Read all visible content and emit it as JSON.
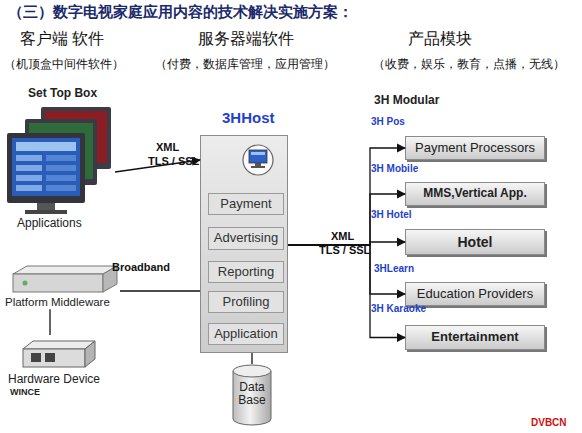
{
  "diagram": {
    "title": "（三）数字电视家庭应用内容的技术解决实施方案：",
    "nodes": [
      {
        "text": [
          "Applications"
        ]
      },
      {
        "text": [
          "Platform Middleware"
        ]
      },
      {
        "text": [
          "Hardware Device",
          "WINCE"
        ]
      },
      {
        "text": [
          "3HHost"
        ]
      },
      {
        "text": [
          "Payment"
        ],
        "in": 3
      },
      {
        "text": [
          "Advertising"
        ],
        "in": 3
      },
      {
        "text": [
          "Reporting"
        ],
        "in": 3
      },
      {
        "text": [
          "Profiling"
        ],
        "in": 3
      },
      {
        "text": [
          "Application"
        ],
        "in": 3
      },
      {
        "text": [
          "Data Base"
        ]
      },
      {
        "text": [
          "Payment Processors"
        ]
      },
      {
        "text": [
          "MMS,Vertical App."
        ]
      },
      {
        "text": [
          "Hotel"
        ]
      },
      {
        "text": [
          "Education Providers"
        ]
      },
      {
        "text": [
          "Entertainment"
        ]
      }
    ],
    "edges": [
      {
        "from": 0,
        "to": 3,
        "arrow": "to"
      },
      {
        "from": 1,
        "to": 3,
        "label": "Broadband",
        "arrow": "none"
      },
      {
        "from": 1,
        "to": 2,
        "arrow": "none"
      },
      {
        "from": 3,
        "to": 9,
        "arrow": "none"
      },
      {
        "from": 3,
        "to": 10,
        "arrow": "to"
      },
      {
        "from": 3,
        "to": 11,
        "arrow": "to"
      },
      {
        "from": 3,
        "to": 12,
        "arrow": "to"
      },
      {
        "from": 3,
        "to": 13,
        "arrow": "to"
      },
      {
        "from": 3,
        "to": 14,
        "arrow": "to"
      }
    ],
    "labels": [
      "客户端 软件",
      "（机顶盒中间件软件）",
      "服务器端软件",
      "（付费，数据库管理，应用管理）",
      "产品模块",
      "（收费，娱乐，教育，点播，无线）",
      "Set Top Box",
      "XML",
      "TLS / SSL",
      "XML",
      "TLS / SSL",
      "3H Modular",
      "3H Pos",
      "3H Mobile",
      "3H Hotel",
      "3HLearn",
      "3H Karaoke",
      "DVBCN"
    ]
  }
}
